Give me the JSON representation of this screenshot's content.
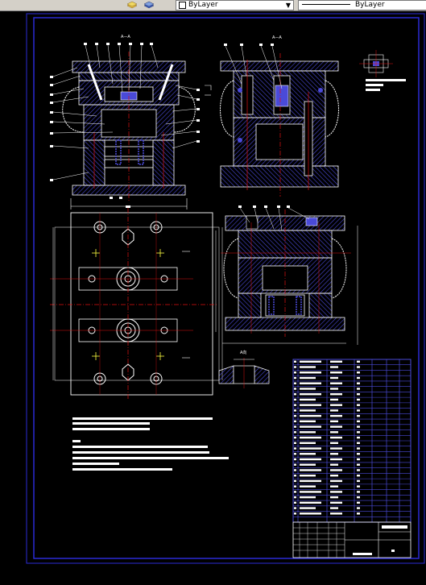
{
  "toolbar": {
    "layer_combo_value": "ByLayer",
    "linetype_combo_value": "ByLayer",
    "icons": [
      "layer-stack-icon",
      "layer-stack-blue-icon",
      "dropdown-arrow-icon"
    ]
  },
  "drawing": {
    "section_label_main": "A—A",
    "section_label_side": "A—A",
    "detail_label": "A向"
  },
  "colors": {
    "background": "#000000",
    "frame": "#2b2bd6",
    "outline": "#ffffff",
    "hatch": "#4a4ad8",
    "centerline": "#e01010",
    "highlight": "#ffff40",
    "spring": "#ffffff"
  }
}
